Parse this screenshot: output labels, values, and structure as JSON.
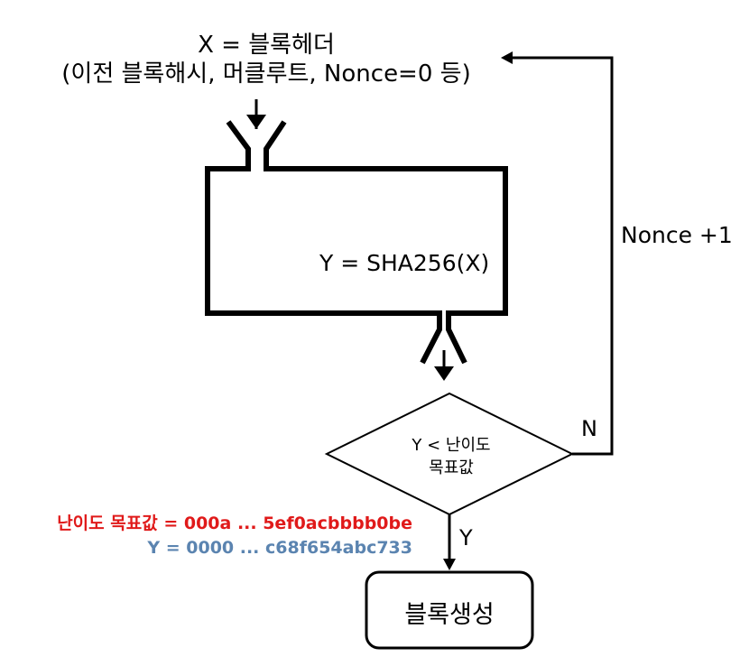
{
  "input": {
    "line1": "X = 블록헤더",
    "line2": "(이전 블록해시, 머클루트, Nonce=0 등)"
  },
  "hash_box": {
    "formula": "Y = SHA256(X)"
  },
  "decision": {
    "line1": "Y < 난이도",
    "line2": "목표값"
  },
  "loop": {
    "label": "Nonce +1",
    "branch_no": "N"
  },
  "branch_yes": "Y",
  "values": {
    "target": "난이도 목표값 = 000a ... 5ef0acbbbb0be",
    "hash": "Y = 0000 ... c68f654abc733"
  },
  "colors": {
    "target": "#e01a1a",
    "hash": "#5b84b0",
    "stroke": "#000000"
  },
  "result": {
    "label": "블록생성"
  }
}
